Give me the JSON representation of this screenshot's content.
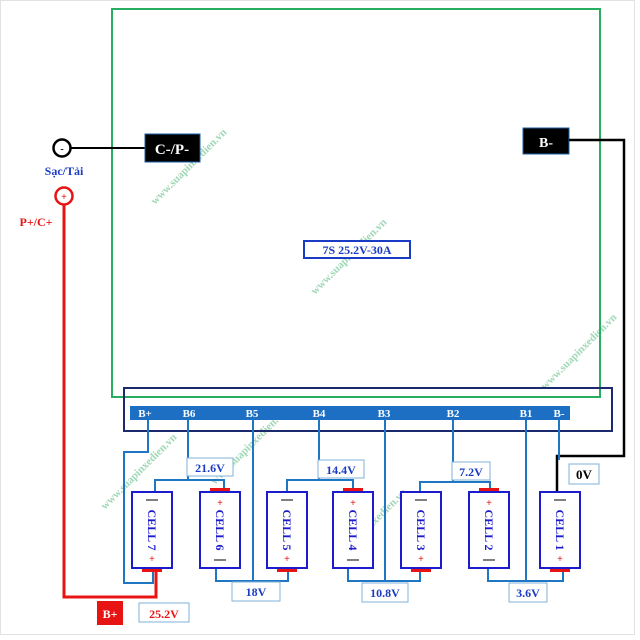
{
  "diagram": {
    "title": "7S 25.2V-30A",
    "colors": {
      "board_outline": "#27ae60",
      "connector_outline": "#1a2a6c",
      "connector_bar": "#1c6fc2",
      "wire_blue": "#1f77c4",
      "wire_black": "#000000",
      "wire_red": "#e81414",
      "cell_outline": "#1c1ccc",
      "cell_text": "#1c1ccc",
      "terminal_red": "#e81414",
      "label_dark_bg": "#000000",
      "label_blue_text": "#1a3cc4",
      "label_box_border": "#7fb0d8",
      "watermark": "#8ed1a8"
    },
    "terminals": {
      "negative": {
        "symbol": "-",
        "label": "Sạc/Tải"
      },
      "positive": {
        "symbol": "+",
        "label": "P+/C+"
      }
    },
    "bms_labels": {
      "c_minus_p_minus": "C-/P-",
      "b_minus": "B-",
      "b_plus": "B+"
    },
    "connector_pins": [
      "B+",
      "B6",
      "B5",
      "B4",
      "B3",
      "B2",
      "B1",
      "B-"
    ],
    "cells": [
      {
        "label": "CELL 7",
        "plus": "+",
        "minus": "—"
      },
      {
        "label": "CELL 6",
        "plus": "+",
        "minus": "—"
      },
      {
        "label": "CELL 5",
        "plus": "+",
        "minus": "—"
      },
      {
        "label": "CELL 4",
        "plus": "+",
        "minus": "—"
      },
      {
        "label": "CELL 3",
        "plus": "+",
        "minus": "—"
      },
      {
        "label": "CELL 2",
        "plus": "+",
        "minus": "—"
      },
      {
        "label": "CELL 1",
        "plus": "+",
        "minus": "—"
      }
    ],
    "voltages": {
      "v0": "0V",
      "v1": "3.6V",
      "v2": "7.2V",
      "v3": "10.8V",
      "v4": "14.4V",
      "v5": "18V",
      "v6": "21.6V",
      "v7": "25.2V"
    },
    "watermark": "www.suapinxedien.vn"
  }
}
